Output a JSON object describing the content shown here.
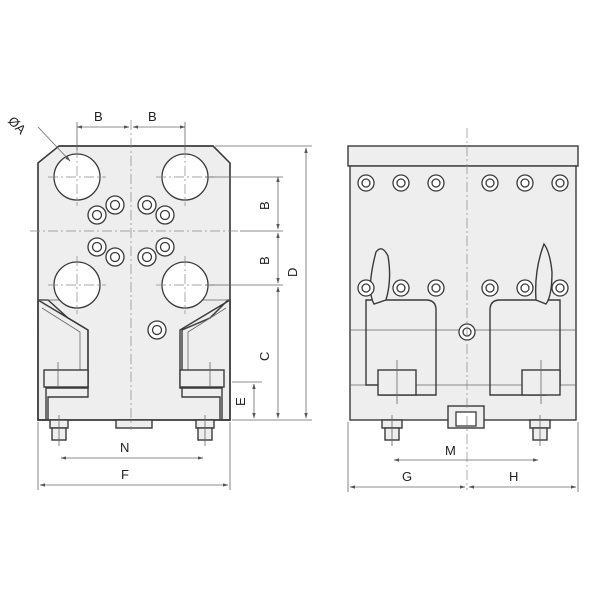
{
  "dimension_labels": {
    "diameter_a": "ØA",
    "b_top_left": "B",
    "b_top_right": "B",
    "b_right_upper": "B",
    "b_right_lower": "B",
    "c": "C",
    "d": "D",
    "e": "E",
    "n": "N",
    "f": "F",
    "g": "G",
    "m": "M",
    "h": "H"
  },
  "colors": {
    "line": "#3a3a3a",
    "thin": "#666666",
    "surface": "#eeeeee",
    "background": "#ffffff"
  }
}
